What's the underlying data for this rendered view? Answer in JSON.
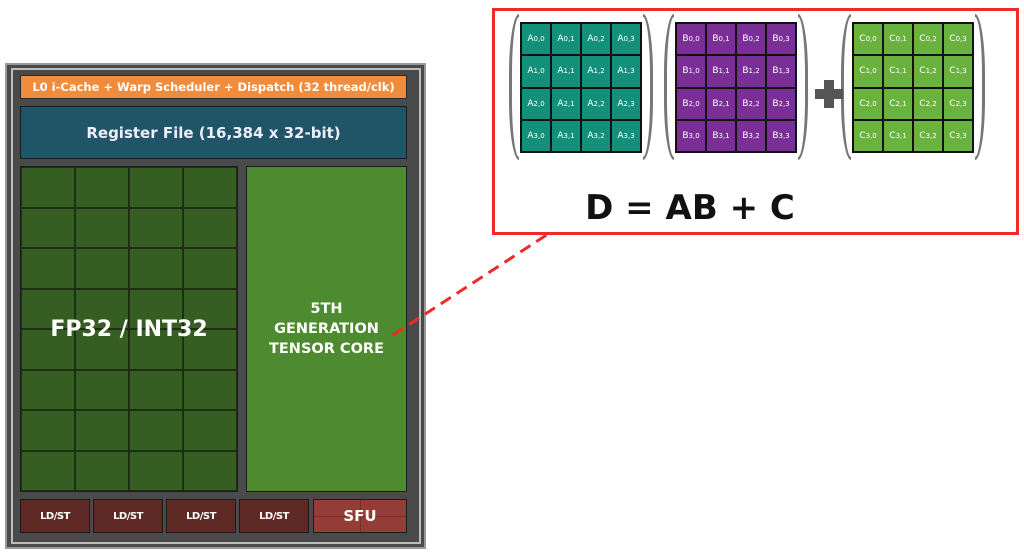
{
  "sm": {
    "scheduler_label": "L0 i-Cache + Warp Scheduler + Dispatch (32 thread/clk)",
    "register_file_label": "Register File (16,384 x 32-bit)",
    "fp32_label": "FP32 / INT32",
    "tensor_core_label_lines": [
      "5TH",
      "GENERATION",
      "TENSOR CORE"
    ],
    "units": [
      "LD/ST",
      "LD/ST",
      "LD/ST",
      "LD/ST"
    ],
    "sfu_label": "SFU"
  },
  "equation": {
    "text": "D = AB + C",
    "operator": "+",
    "matrices": [
      {
        "letter": "A",
        "color": "#12907a"
      },
      {
        "letter": "B",
        "color": "#7a2f96"
      },
      {
        "letter": "C",
        "color": "#6ab23e"
      }
    ],
    "indices": [
      [
        "0,0",
        "0,1",
        "0,2",
        "0,3"
      ],
      [
        "1,0",
        "1,1",
        "1,2",
        "1,3"
      ],
      [
        "2,0",
        "2,1",
        "2,2",
        "2,3"
      ],
      [
        "3,0",
        "3,1",
        "3,2",
        "3,3"
      ]
    ]
  },
  "colors": {
    "highlight_border": "#ef2a2a",
    "connector": "#ef2a2a"
  }
}
